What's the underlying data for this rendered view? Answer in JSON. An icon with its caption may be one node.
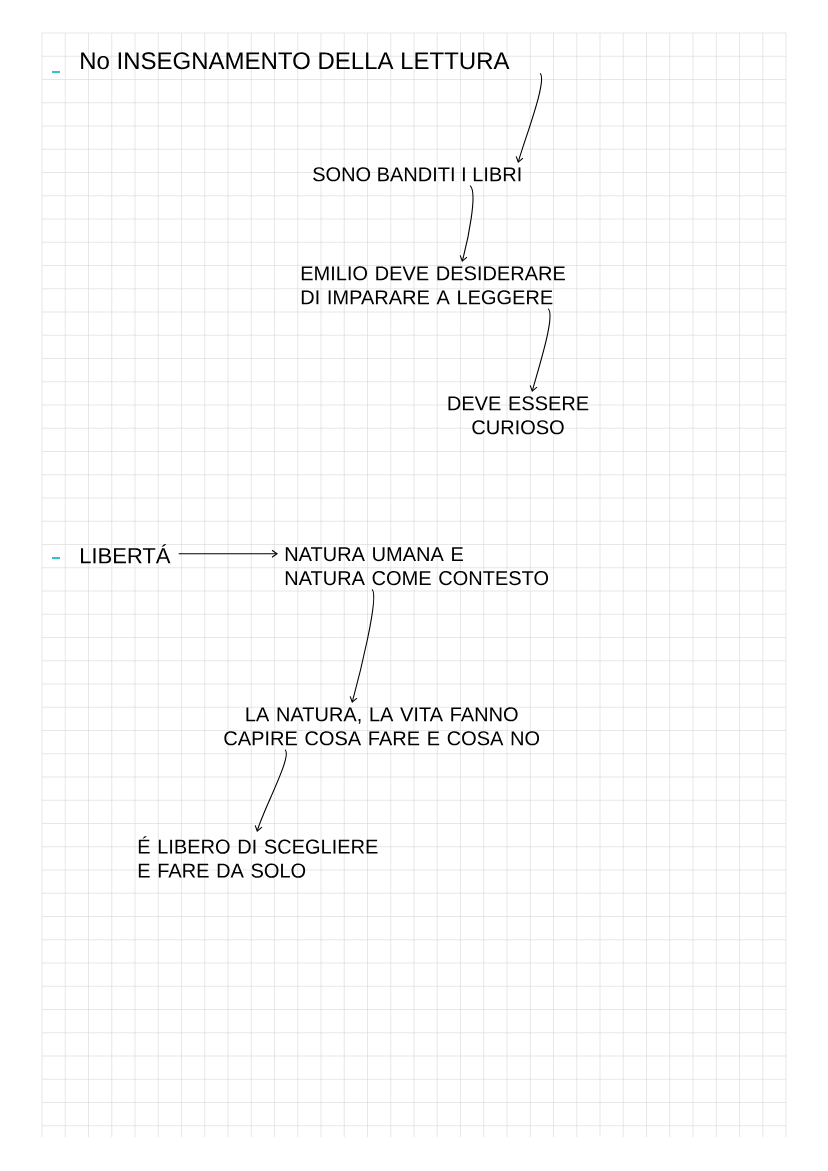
{
  "diagram": {
    "nodes": [
      {
        "text": [
          "No INSEGNAMENTO DELLA LETTURA"
        ]
      },
      {
        "text": [
          "SONO BANDITI I LIBRI"
        ]
      },
      {
        "text": [
          "EMILIO DEVE DESIDERARE DI IMPARARE A LEGGERE"
        ]
      },
      {
        "text": [
          "DEVE ESSERE CURIOSO"
        ]
      },
      {
        "text": [
          "LIBERTÁ"
        ]
      },
      {
        "text": [
          "NATURA UMANA E NATURA COME CONTESTO"
        ]
      },
      {
        "text": [
          "LA NATURA, LA VITA FANNO CAPIRE COSA FARE E COSA NO"
        ]
      },
      {
        "text": [
          "É LIBERO DI SCEGLIERE E FARE DA SOLO"
        ]
      }
    ],
    "edges": [
      {
        "from": 0,
        "to": 1,
        "arrow": "to"
      },
      {
        "from": 1,
        "to": 2,
        "arrow": "to"
      },
      {
        "from": 2,
        "to": 3,
        "arrow": "to"
      },
      {
        "from": 4,
        "to": 5,
        "arrow": "to"
      },
      {
        "from": 5,
        "to": 6,
        "arrow": "to"
      },
      {
        "from": 6,
        "to": 7,
        "arrow": "to"
      }
    ]
  }
}
